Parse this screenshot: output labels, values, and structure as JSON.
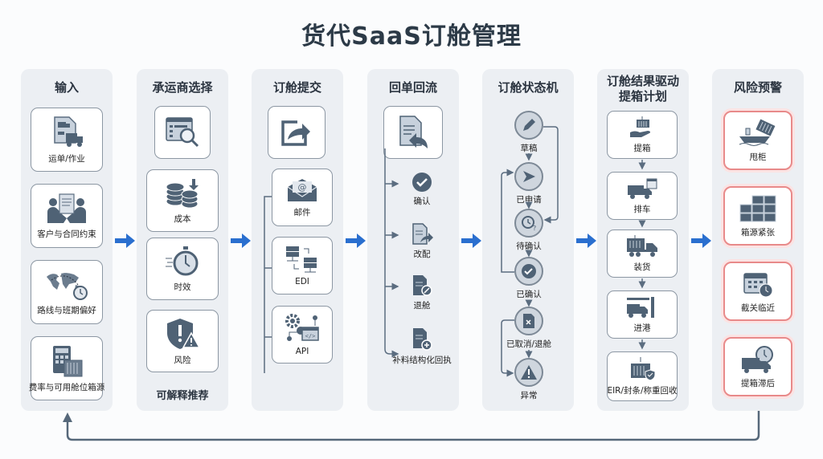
{
  "title": "货代SaaS订舱管理",
  "colors": {
    "flow_arrow": "#2a6fcf",
    "icon": "#4f6275",
    "risk_border": "#e88a8a",
    "loop_line": "#56687a"
  },
  "columns": {
    "input": {
      "title": "输入",
      "items": [
        {
          "label": "运单/作业",
          "icon": "waybill-truck-icon"
        },
        {
          "label": "客户与合同约束",
          "icon": "handshake-contract-icon"
        },
        {
          "label": "路线与班期偏好",
          "icon": "world-route-clock-icon"
        },
        {
          "label": "费率与可用舱位箱源",
          "icon": "calculator-container-icon"
        }
      ]
    },
    "carrier": {
      "title": "承运商选择",
      "items": [
        {
          "label": "",
          "icon": "search-table-icon"
        },
        {
          "label": "成本",
          "icon": "coins-icon"
        },
        {
          "label": "时效",
          "icon": "stopwatch-icon"
        },
        {
          "label": "风险",
          "icon": "shield-warning-icon"
        }
      ],
      "footer": "可解释推荐"
    },
    "submit": {
      "title": "订舱提交",
      "items": [
        {
          "label": "",
          "icon": "share-export-icon"
        },
        {
          "label": "邮件",
          "icon": "email-icon"
        },
        {
          "label": "EDI",
          "icon": "edi-servers-icon"
        },
        {
          "label": "API",
          "icon": "api-gear-code-icon"
        }
      ]
    },
    "reply": {
      "title": "回单回流",
      "items": [
        {
          "label": "",
          "icon": "document-reply-icon"
        },
        {
          "label": "确认",
          "icon": "check-circle-icon"
        },
        {
          "label": "改配",
          "icon": "document-forward-icon"
        },
        {
          "label": "退舱",
          "icon": "document-cancel-icon"
        },
        {
          "label": "补料结构化回执",
          "icon": "document-add-icon"
        }
      ]
    },
    "state_machine": {
      "title": "订舱状态机",
      "states": [
        {
          "label": "草稿",
          "icon": "pencil-icon"
        },
        {
          "label": "已申请",
          "icon": "send-icon"
        },
        {
          "label": "待确认",
          "icon": "clock-question-icon"
        },
        {
          "label": "已确认",
          "icon": "check-icon"
        },
        {
          "label": "已取消/退舱",
          "icon": "document-x-icon"
        },
        {
          "label": "异常",
          "icon": "warning-triangle-icon"
        }
      ]
    },
    "pickup": {
      "title_line1": "订舱结果驱动",
      "title_line2": "提箱计划",
      "items": [
        {
          "label": "提箱",
          "icon": "container-hand-icon"
        },
        {
          "label": "排车",
          "icon": "truck-calendar-icon"
        },
        {
          "label": "装货",
          "icon": "container-truck-icon"
        },
        {
          "label": "进港",
          "icon": "truck-gate-icon"
        },
        {
          "label": "EIR/封条/称重回收",
          "icon": "container-shield-icon"
        }
      ]
    },
    "risk": {
      "title": "风险预警",
      "items": [
        {
          "label": "甩柜",
          "icon": "ship-container-drop-icon"
        },
        {
          "label": "箱源紧张",
          "icon": "container-stack-icon"
        },
        {
          "label": "截关临近",
          "icon": "calendar-clock-icon"
        },
        {
          "label": "提箱滞后",
          "icon": "truck-clock-icon"
        }
      ]
    }
  }
}
